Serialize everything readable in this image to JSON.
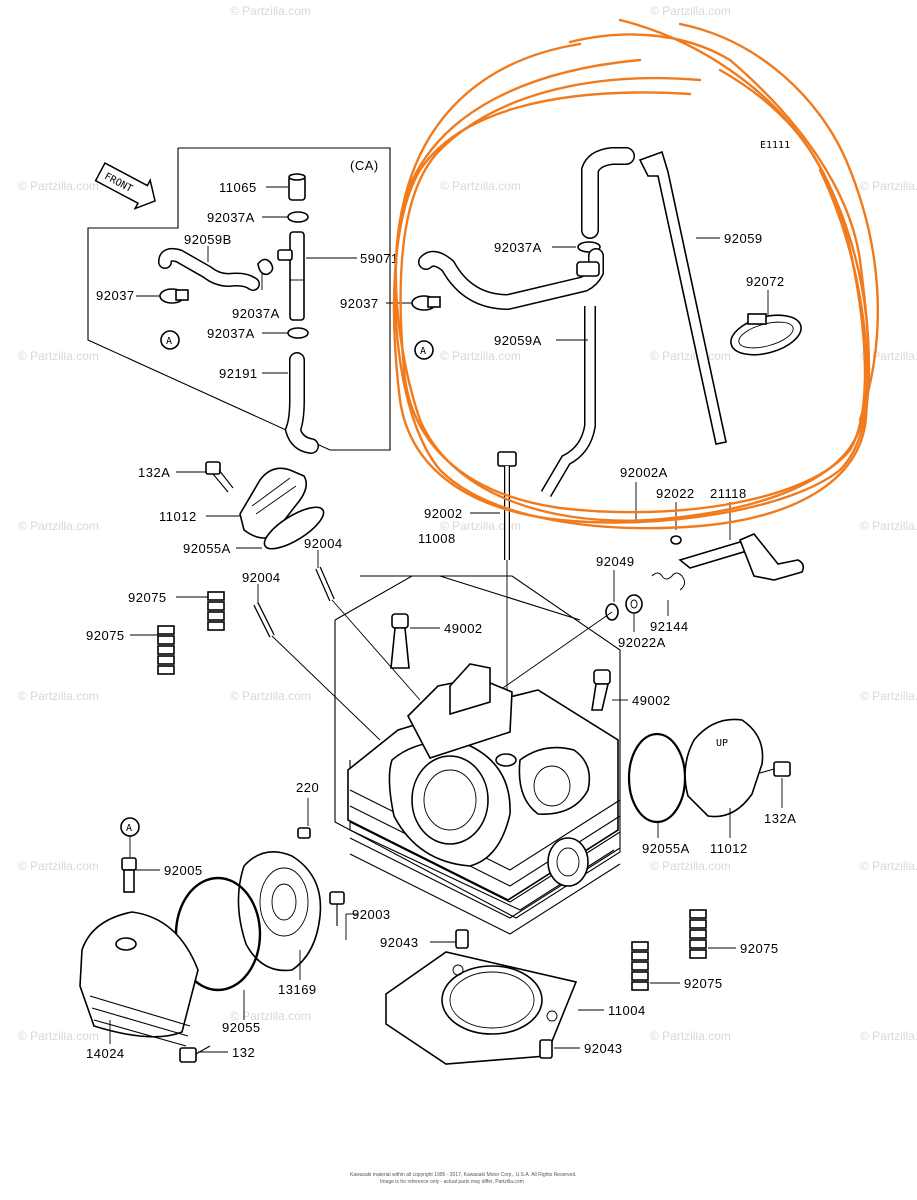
{
  "diagram": {
    "code": "E1111",
    "region_label": "(CA)",
    "front_label": "FRONT",
    "detail_ref": "A",
    "watermark": "© Partzilla.com",
    "footer_lines": [
      "Kawasaki material within all copyright 1995 - 2017, Kawasaki Motor Corp., U.S.A. All Rights Reserved.",
      "Image is for reference only - actual parts may differ, Partzilla.com"
    ]
  },
  "labels": {
    "p11065": "11065",
    "p92037A_1": "92037A",
    "p92059B": "92059B",
    "p59071": "59071",
    "p92037_1": "92037",
    "p92037A_2": "92037A",
    "p92037A_3": "92037A",
    "p92191": "92191",
    "p92037A_4": "92037A",
    "p92059": "92059",
    "p92072": "92072",
    "p92037_2": "92037",
    "p92059A": "92059A",
    "p132A_1": "132A",
    "p11012_1": "11012",
    "p92055A_1": "92055A",
    "p92004_1": "92004",
    "p92002": "92002",
    "p11008": "11008",
    "p92002A": "92002A",
    "p92022": "92022",
    "p21118": "21118",
    "p92049": "92049",
    "p92075_1": "92075",
    "p92004_2": "92004",
    "p92075_2": "92075",
    "p49002_1": "49002",
    "p92144": "92144",
    "p92022A": "92022A",
    "p49002_2": "49002",
    "p220": "220",
    "p132A_2": "132A",
    "p92055A_2": "92055A",
    "p11012_2": "11012",
    "p92005": "92005",
    "p92003": "92003",
    "p92043_1": "92043",
    "p92075_3": "92075",
    "p13169": "13169",
    "p92075_4": "92075",
    "p11004": "11004",
    "p14024": "14024",
    "p92055": "92055",
    "p132": "132",
    "p92043_2": "92043"
  },
  "colors": {
    "highlight": "#f07a1c",
    "line": "#000000",
    "watermark": "#d8d8d8"
  }
}
